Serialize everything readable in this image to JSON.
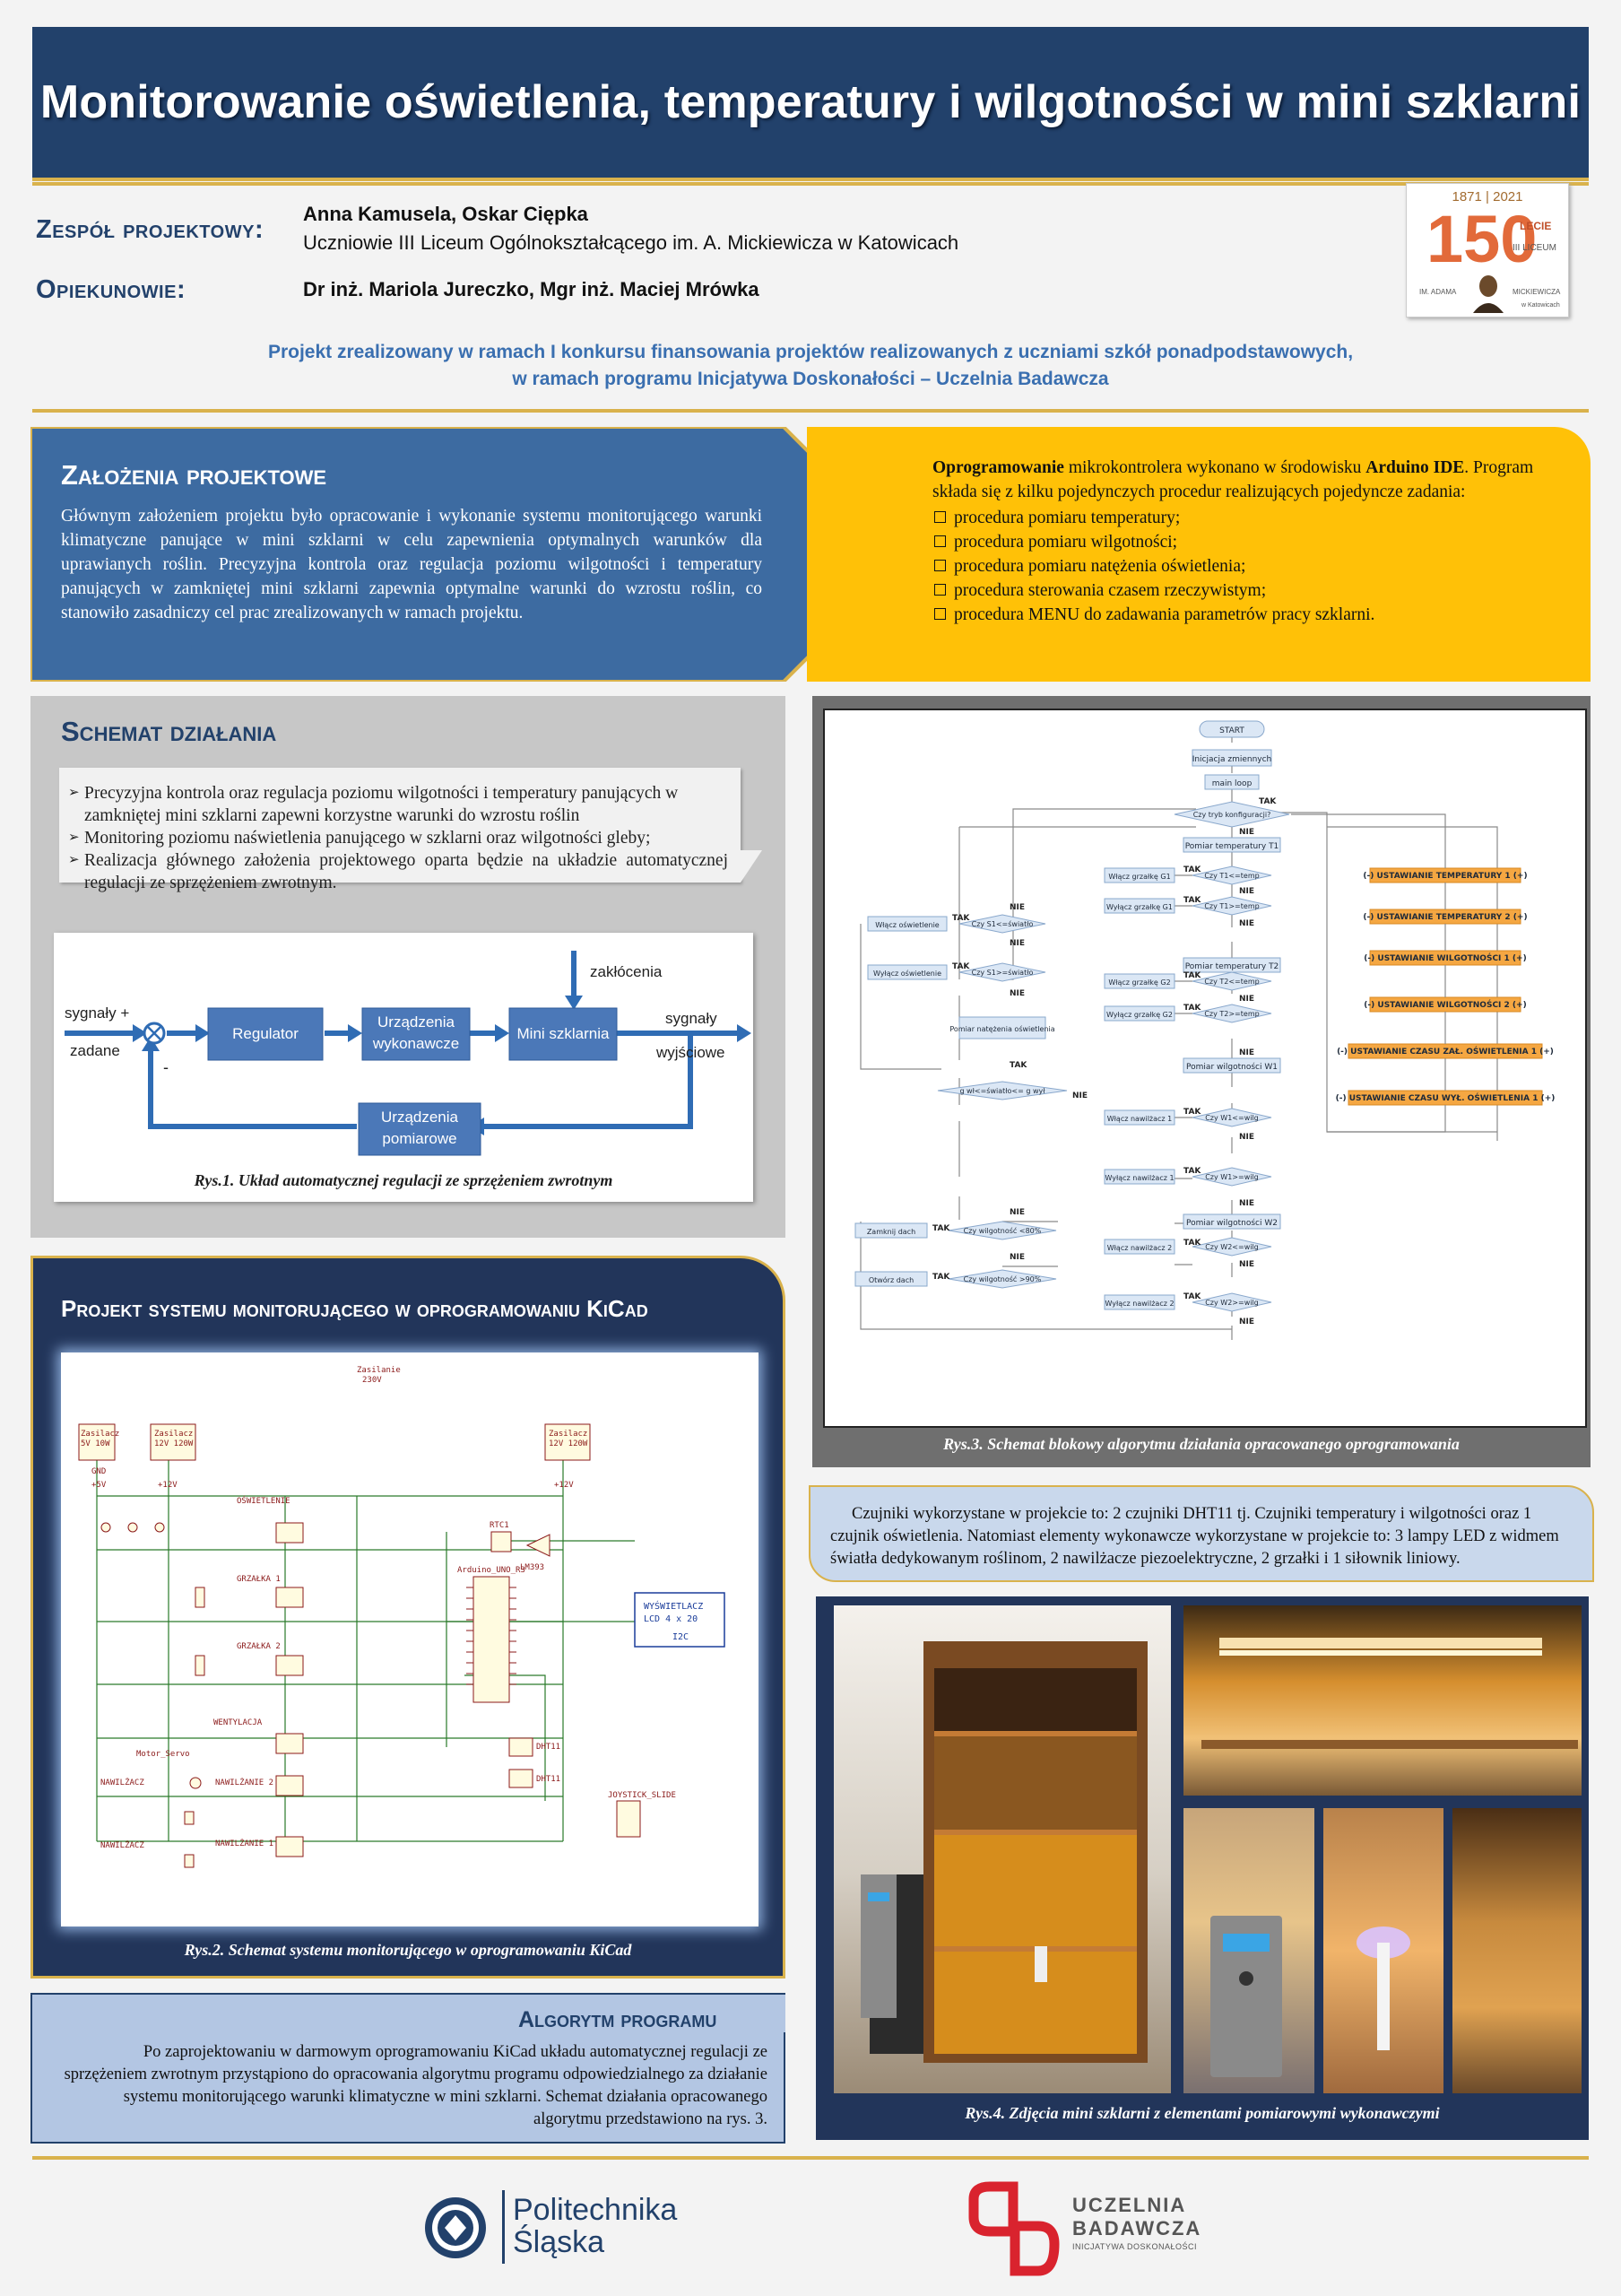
{
  "header": {
    "title": "Monitorowanie oświetlenia, temperatury i wilgotności w mini szklarni"
  },
  "team": {
    "team_label": "Zespół projektowy:",
    "members": "Anna Kamusela, Oskar Ciępka",
    "school": "Uczniowie III Liceum Ogólnokształcącego im. A. Mickiewicza w Katowicach",
    "supervisors_label": "Opiekunowie:",
    "supervisors": "Dr inż. Mariola Jureczko, Mgr inż. Maciej Mrówka"
  },
  "school_logo": {
    "years": "1871 | 2021",
    "big": "150",
    "sub": "LECIE",
    "liceum": "III LICEUM",
    "left": "IM. ADAMA",
    "right": "MICKIEWICZA",
    "city": "w Katowicach"
  },
  "funding": {
    "line1": "Projekt zrealizowany w ramach I konkursu finansowania projektów realizowanych z uczniami szkół ponadpodstawowych,",
    "line2": "w ramach programu Inicjatywa Doskonałości – Uczelnia Badawcza"
  },
  "assumptions": {
    "title": "Założenia projektowe",
    "text": "Głównym założeniem projektu było opracowanie i wykonanie systemu monitorującego warunki klimatyczne panujące w mini szklarni w celu zapewnienia optymalnych warunków dla uprawianych roślin. Precyzyjna kontrola oraz regulacja poziomu wilgotności i temperatury panujących w zamkniętej mini szklarni zapewnia optymalne warunki do wzrostu roślin, co stanowiło zasadniczy cel prac zrealizowanych w ramach projektu."
  },
  "software": {
    "intro_bold": "Oprogramowanie",
    "intro_mid": " mikrokontrolera wykonano w środowisku ",
    "intro_ide": "Arduino IDE",
    "intro_end": ". Program składa się z kilku pojedynczych procedur realizujących pojedyncze zadania:",
    "items": [
      "procedura pomiaru temperatury;",
      "procedura pomiaru wilgotności;",
      "procedura pomiaru natężenia oświetlenia;",
      "procedura sterowania czasem rzeczywistym;",
      "procedura MENU do zadawania parametrów pracy szklarni."
    ]
  },
  "scheme": {
    "title": "Schemat działania",
    "bullets": [
      "Precyzyjna kontrola oraz regulacja poziomu wilgotności i temperatury panujących w zamkniętej mini szklarni zapewni korzystne warunki do wzrostu roślin",
      "Monitoring poziomu naświetlenia panującego w szklarni oraz wilgotności gleby;",
      "Realizacja głównego założenia projektowego oparta będzie na układzie automatycznej regulacji ze sprzężeniem zwrotnym."
    ],
    "diagram": {
      "input_top": "sygnały +",
      "input_bottom": "zadane",
      "minus": "-",
      "regulator": "Regulator",
      "exec1": "Urządzenia",
      "exec2": "wykonawcze",
      "plant": "Mini szklarnia",
      "disturb": "zakłócenia",
      "out1": "sygnały",
      "out2": "wyjściowe",
      "meas1": "Urządzenia",
      "meas2": "pomiarowe"
    },
    "caption": "Rys.1. Układ automatycznej regulacji ze sprzężeniem zwrotnym"
  },
  "kicad": {
    "title": "Projekt systemu monitorującego w oprogramowaniu KiCad",
    "caption": "Rys.2. Schemat systemu monitorującego w oprogramowaniu KiCad",
    "labels": {
      "zas230": "Zasilanie",
      "v230": "230V",
      "zas5": "Zasilacz",
      "v5": "5V 10W",
      "zas12a": "Zasilacz",
      "v12a": "12V 120W",
      "zas12b": "Zasilacz",
      "v12b": "12V 120W",
      "osw": "OŚWIETLENIE",
      "grz1": "GRZAŁKA 1",
      "grz2": "GRZAŁKA 2",
      "went": "WENTYLACJA",
      "naw2": "NAWILŻANIE 2",
      "naw1": "NAWILŻANIE 1",
      "nawa": "NAWILŻACZ",
      "nawb": "NAWILŻACZ",
      "ard": "Arduino_UNO_R3",
      "rtc": "RTC1",
      "lm": "LM393",
      "lcd1": "WYŚWIETLACZ",
      "lcd2": "LCD 4 x 20",
      "i2c": "I2C",
      "dht1": "DHT11",
      "dht2": "DHT11",
      "joy": "JOYSTICK_SLIDE",
      "motor": "Motor_Servo",
      "plus5": "+5V",
      "plus12a": "+12V",
      "plus12b": "+12V",
      "gnd": "GND"
    }
  },
  "algorithm": {
    "title": "Algorytm programu",
    "text": "Po zaprojektowaniu w darmowym oprogramowaniu KiCad układu automatycznej regulacji ze sprzężeniem zwrotnym przystąpiono do opracowania algorytmu programu odpowiedzialnego za działanie systemu monitorującego warunki klimatyczne w mini szklarni. Schemat działania opracowanego algorytmu przedstawiono na rys. 3."
  },
  "flowchart": {
    "caption": "Rys.3. Schemat blokowy algorytmu działania opracowanego oprogramowania",
    "start": "START",
    "init": "Inicjacja zmiennych",
    "loop": "main loop",
    "config": "Czy tryb konfiguracji?",
    "tak": "TAK",
    "nie": "NIE",
    "t1": "Pomiar temperatury T1",
    "on_g1": "Włącz grzałkę G1",
    "q_t1a": "Czy T1<=temp",
    "off_g1": "Wyłącz grzałkę G1",
    "q_t1b": "Czy T1>=temp",
    "t2": "Pomiar temperatury T2",
    "on_g2": "Włącz grzałkę G2",
    "q_t2a": "Czy T2<=temp",
    "off_g2": "Wyłącz grzałkę G2",
    "q_t2b": "Czy T2>=temp",
    "w1": "Pomiar wilgotności W1",
    "on_n1": "Włącz nawilżacz 1",
    "q_w1a": "Czy W1<=wilg",
    "off_n1": "Wyłącz nawilżacz 1",
    "q_w1b": "Czy W1>=wilg",
    "w2": "Pomiar wilgotności W2",
    "on_n2": "Włącz nawilżacz 2",
    "q_w2a": "Czy W2<=wilg",
    "off_n2": "Wyłącz nawilżacz 2",
    "q_w2b": "Czy W2>=wilg",
    "on_l": "Włącz oświetlenie",
    "q_s1a": "Czy S1<=światło",
    "off_l": "Wyłącz oświetlenie",
    "q_s1b": "Czy S1>=światło",
    "light": "Pomiar natężenia oświetlenia",
    "q_g": "g wł<=światło<= g wył",
    "close": "Zamknij dach",
    "q_h80": "Czy wilgotność <80%",
    "open": "Otwórz dach",
    "q_h90": "Czy wilgotność >90%",
    "menu": [
      "(-) USTAWIANIE TEMPERATURY 1 (+)",
      "(-) USTAWIANIE TEMPERATURY 2 (+)",
      "(-) USTAWIANIE WILGOTNOŚCI 1 (+)",
      "(-) USTAWIANIE WILGOTNOŚCI 2 (+)",
      "(-) USTAWIANIE CZASU ZAŁ. OŚWIETLENIA 1 (+)",
      "(-) USTAWIANIE CZASU WYŁ. OŚWIETLENIA 1 (+)"
    ]
  },
  "sensors": {
    "text": "Czujniki wykorzystane w projekcie to: 2 czujniki DHT11 tj. Czujniki temperatury i wilgotności oraz 1 czujnik oświetlenia. Natomiast elementy wykonawcze wykorzystane w projekcie to: 3 lampy LED z widmem światła dedykowanym roślinom, 2 nawilżacze piezoelektryczne, 2 grzałki i 1 siłownik liniowy."
  },
  "photos": {
    "caption": "Rys.4. Zdjęcia mini szklarni z elementami pomiarowymi wykonawczymi"
  },
  "footer": {
    "pols1": "Politechnika",
    "pols2": "Śląska",
    "ub1": "UCZELNIA",
    "ub2": "BADAWCZA",
    "ub3": "INICJATYWA DOSKONAŁOŚCI"
  }
}
